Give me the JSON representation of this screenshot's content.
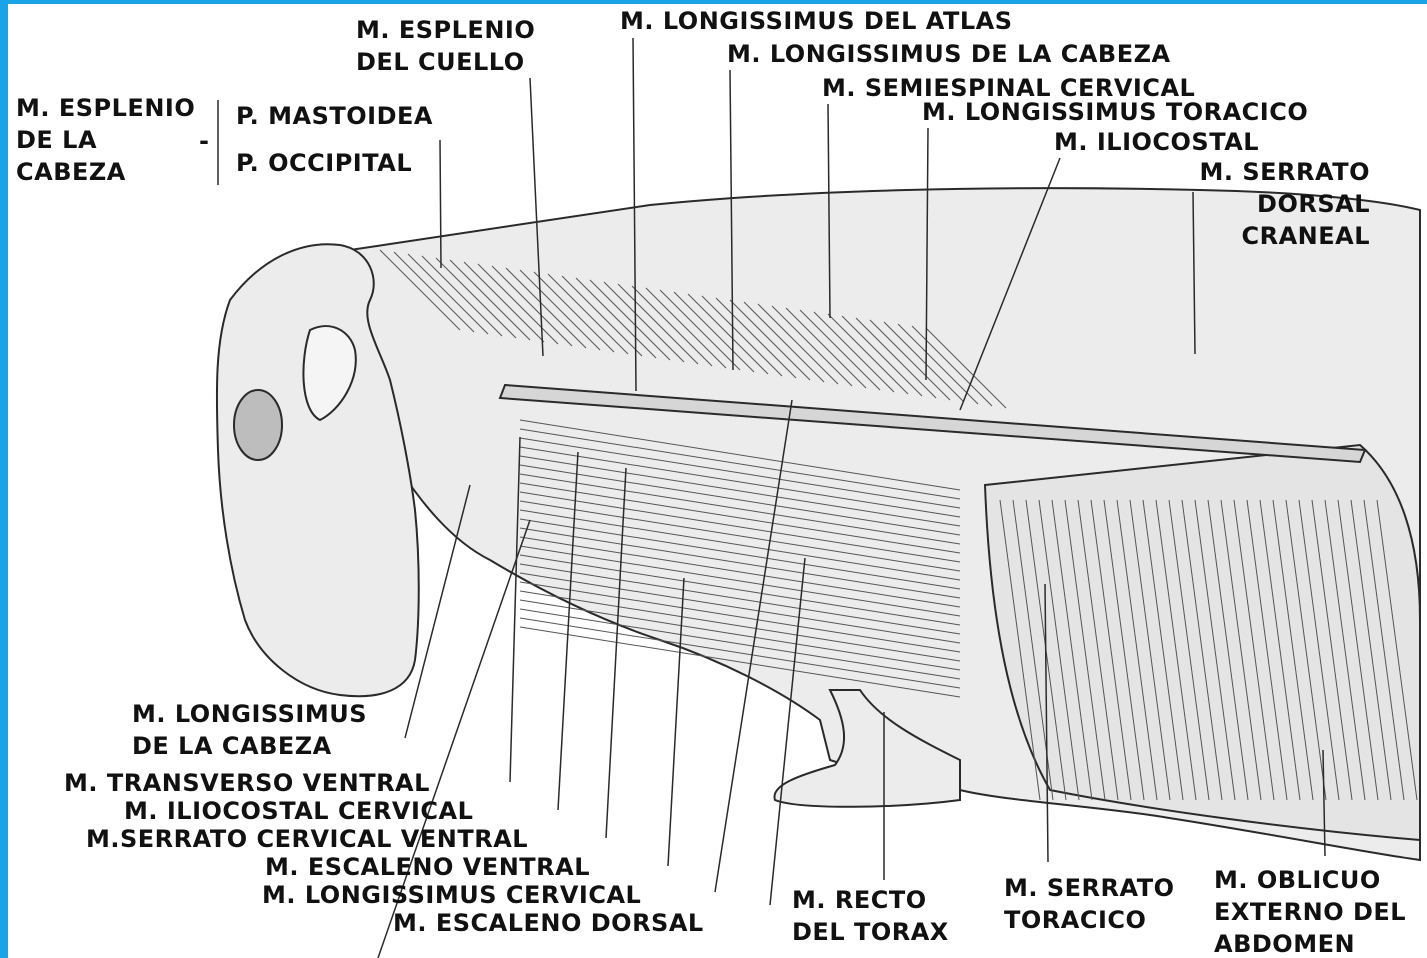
{
  "colors": {
    "frame": "#1aa3e8",
    "ink": "#111111",
    "muscle_fill": "#ececec",
    "line": "#2a2a2a"
  },
  "labels": {
    "esplenio_cabeza": [
      "M. ESPLENIO",
      "DE LA",
      "CABEZA"
    ],
    "bracket_dash": "-",
    "p_mastoidea": "P. MASTOIDEA",
    "p_occipital": "P. OCCIPITAL",
    "esplenio_cuello": [
      "M. ESPLENIO",
      "DEL CUELLO"
    ],
    "longissimus_atlas": "M. LONGISSIMUS DEL ATLAS",
    "longissimus_cabeza_top": "M. LONGISSIMUS DE LA CABEZA",
    "semiespinal_cervical": "M. SEMIESPINAL CERVICAL",
    "longissimus_toracico": "M. LONGISSIMUS TORACICO",
    "iliocostal": "M. ILIOCOSTAL",
    "serrato_dorsal": [
      "M. SERRATO",
      "DORSAL",
      "CRANEAL"
    ],
    "longissimus_cabeza_bottom": [
      "M. LONGISSIMUS",
      "DE LA CABEZA"
    ],
    "transverso_ventral": "M. TRANSVERSO VENTRAL",
    "iliocostal_cervical": "M. ILIOCOSTAL CERVICAL",
    "serrato_cervical_ventral": "M.SERRATO CERVICAL VENTRAL",
    "escaleno_ventral": "M. ESCALENO VENTRAL",
    "longissimus_cervical": "M. LONGISSIMUS CERVICAL",
    "escaleno_dorsal": "M. ESCALENO DORSAL",
    "recto_torax": [
      "M. RECTO",
      "DEL TORAX"
    ],
    "serrato_toracico": [
      "M. SERRATO",
      "TORACICO"
    ],
    "oblicuo_externo": [
      "M. OBLICUO",
      "EXTERNO DEL",
      "ABDOMEN"
    ]
  }
}
